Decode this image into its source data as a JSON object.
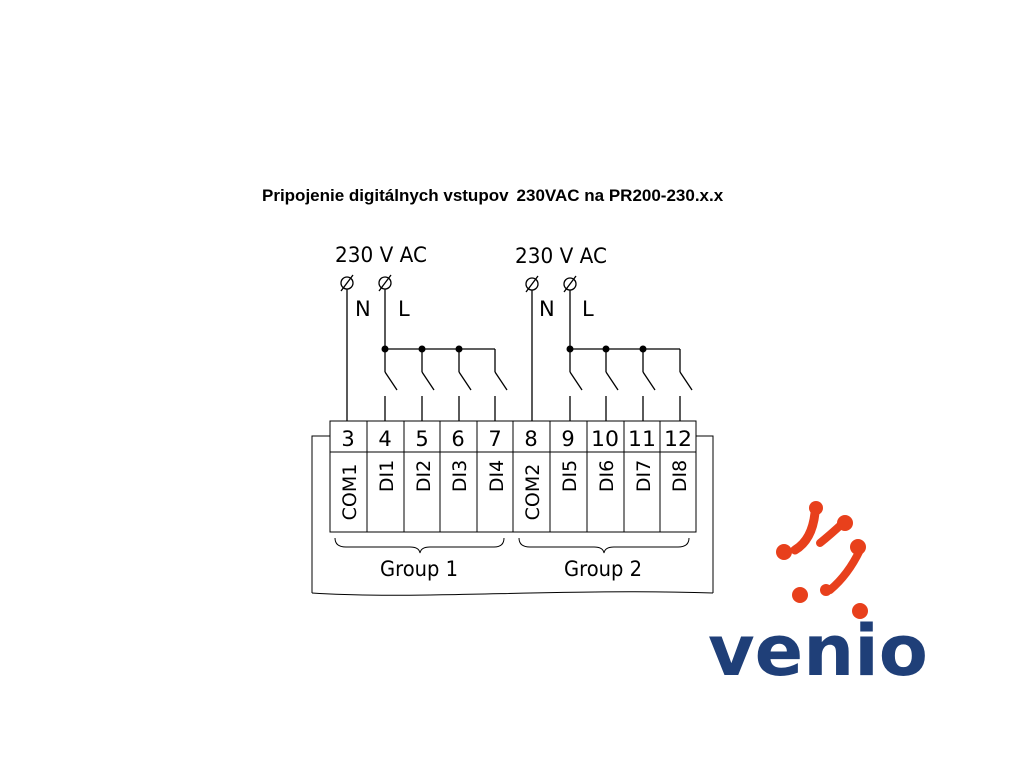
{
  "title_part1": "Pripojenie digitálnych vstupov",
  "title_part2": "230VAC na PR200-230.x.x",
  "supplies": [
    {
      "voltage": "230 V AC",
      "neutral": "N",
      "line": "L"
    },
    {
      "voltage": "230 V AC",
      "neutral": "N",
      "line": "L"
    }
  ],
  "terminals": [
    {
      "num": "3",
      "name": "COM1"
    },
    {
      "num": "4",
      "name": "DI1"
    },
    {
      "num": "5",
      "name": "DI2"
    },
    {
      "num": "6",
      "name": "DI3"
    },
    {
      "num": "7",
      "name": "DI4"
    },
    {
      "num": "8",
      "name": "COM2"
    },
    {
      "num": "9",
      "name": "DI5"
    },
    {
      "num": "10",
      "name": "DI6"
    },
    {
      "num": "11",
      "name": "DI7"
    },
    {
      "num": "12",
      "name": "DI8"
    }
  ],
  "groups": [
    "Group 1",
    "Group 2"
  ],
  "logo": {
    "text": "venio",
    "dot_color": "#e8401c",
    "text_color": "#1f3f78"
  }
}
